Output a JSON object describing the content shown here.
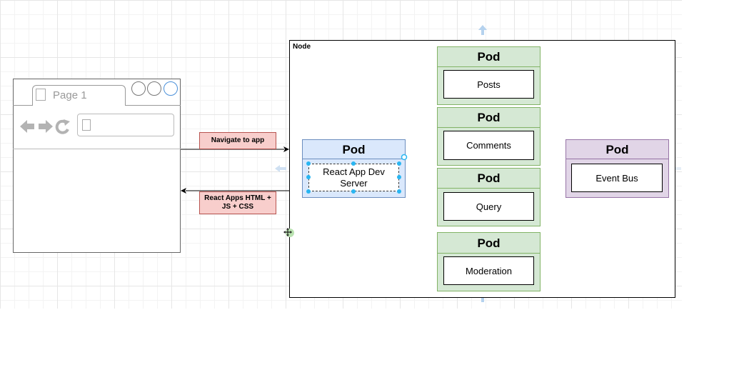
{
  "browser": {
    "tab_label": "Page 1"
  },
  "node": {
    "label": "Node"
  },
  "pods": {
    "title": "Pod",
    "posts": "Posts",
    "comments": "Comments",
    "query": "Query",
    "moderation": "Moderation",
    "react_app": "React App Dev Server",
    "event_bus": "Event Bus"
  },
  "edges": {
    "navigate": "Navigate to app",
    "response": "React Apps HTML + JS + CSS"
  },
  "colors": {
    "pod_green_fill": "#d5e8d4",
    "pod_green_stroke": "#82b366",
    "pod_blue_fill": "#dae8fc",
    "pod_blue_stroke": "#6c8ebf",
    "pod_purple_fill": "#e1d5e7",
    "pod_purple_stroke": "#9673a6",
    "label_fill": "#f8cecc",
    "label_stroke": "#b85450"
  },
  "icons": {
    "back": "back-arrow-icon",
    "forward": "forward-arrow-icon",
    "reload": "reload-icon",
    "page": "page-icon"
  }
}
